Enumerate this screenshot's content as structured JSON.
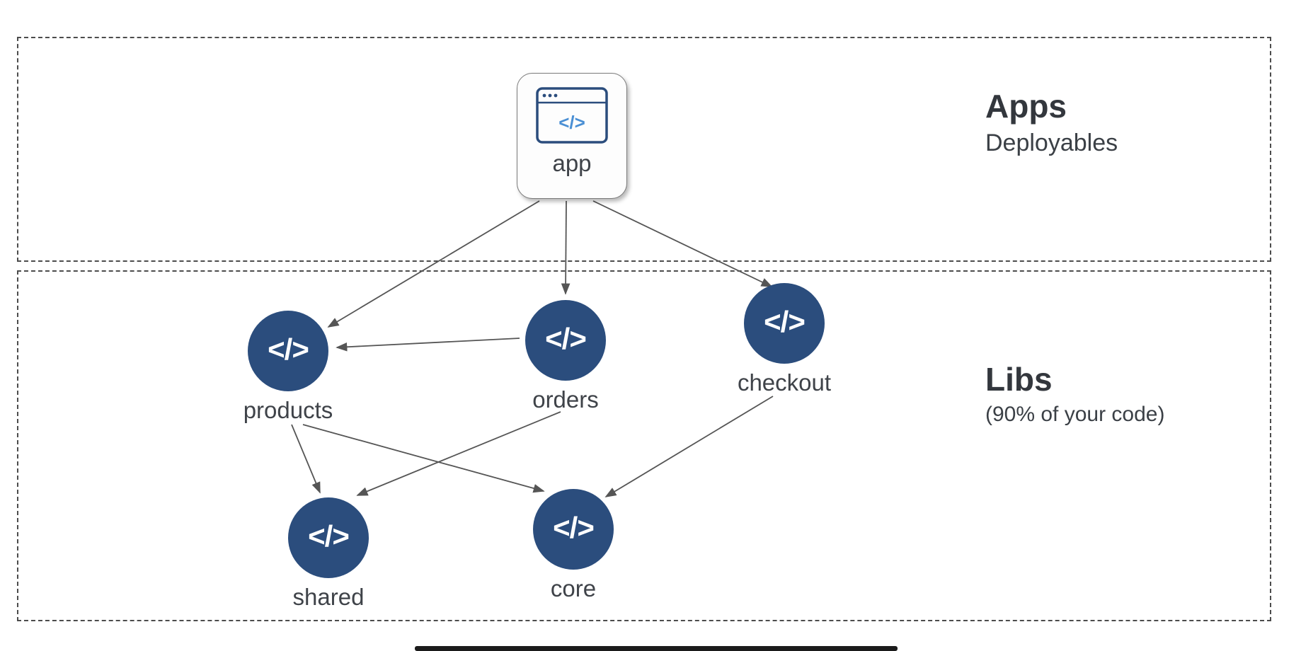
{
  "diagram": {
    "sections": [
      {
        "id": "apps",
        "title": "Apps",
        "subtitle": "Deployables"
      },
      {
        "id": "libs",
        "title": "Libs",
        "subtitle": "(90% of your code)"
      }
    ],
    "nodes": [
      {
        "id": "app",
        "label": "app",
        "type": "application",
        "icon": "browser-code-icon"
      },
      {
        "id": "products",
        "label": "products",
        "type": "library",
        "icon": "code-icon"
      },
      {
        "id": "orders",
        "label": "orders",
        "type": "library",
        "icon": "code-icon"
      },
      {
        "id": "checkout",
        "label": "checkout",
        "type": "library",
        "icon": "code-icon"
      },
      {
        "id": "shared",
        "label": "shared",
        "type": "library",
        "icon": "code-icon"
      },
      {
        "id": "core",
        "label": "core",
        "type": "library",
        "icon": "code-icon"
      }
    ],
    "edges": [
      {
        "from": "app",
        "to": "products"
      },
      {
        "from": "app",
        "to": "orders"
      },
      {
        "from": "app",
        "to": "checkout"
      },
      {
        "from": "orders",
        "to": "products"
      },
      {
        "from": "products",
        "to": "shared"
      },
      {
        "from": "products",
        "to": "core"
      },
      {
        "from": "orders",
        "to": "shared"
      },
      {
        "from": "checkout",
        "to": "core"
      }
    ],
    "icons": {
      "code_glyph": "</>"
    },
    "colors": {
      "lib_circle": "#2b4d7d",
      "edge": "#555555",
      "dashed_border": "#4c4c4c",
      "app_icon_outline": "#2b4d7d",
      "app_icon_code": "#4a8fd4",
      "text": "#3b4046"
    }
  }
}
